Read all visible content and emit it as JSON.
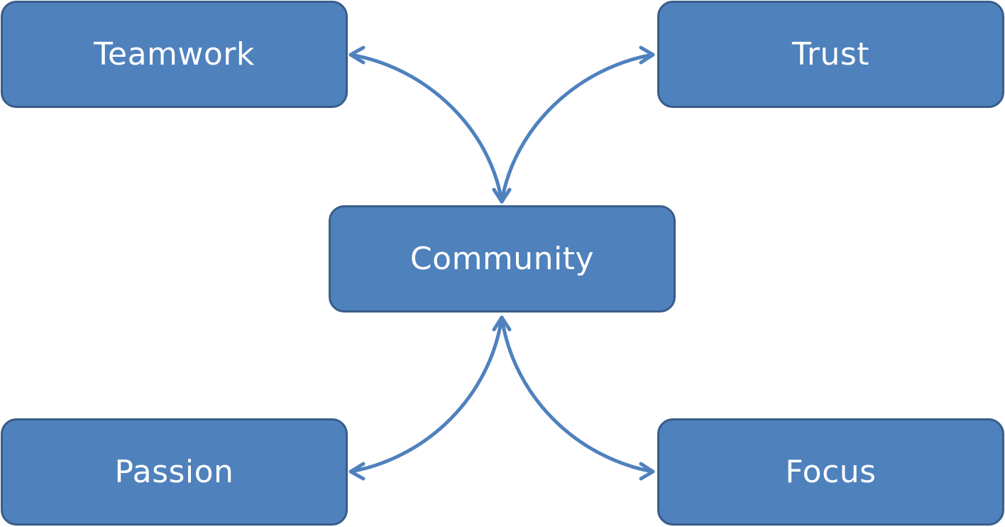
{
  "diagram": {
    "center": {
      "label": "Community"
    },
    "nodes": [
      {
        "id": "teamwork",
        "label": "Teamwork"
      },
      {
        "id": "trust",
        "label": "Trust"
      },
      {
        "id": "passion",
        "label": "Passion"
      },
      {
        "id": "focus",
        "label": "Focus"
      }
    ],
    "edges": [
      {
        "from": "community",
        "to": "teamwork",
        "direction": "both"
      },
      {
        "from": "community",
        "to": "trust",
        "direction": "both"
      },
      {
        "from": "community",
        "to": "passion",
        "direction": "both"
      },
      {
        "from": "community",
        "to": "focus",
        "direction": "both"
      }
    ]
  },
  "colors": {
    "node_fill": "#4F81BD",
    "node_border": "#385D8A",
    "connector": "#4F81BD",
    "text": "#FFFFFF"
  }
}
